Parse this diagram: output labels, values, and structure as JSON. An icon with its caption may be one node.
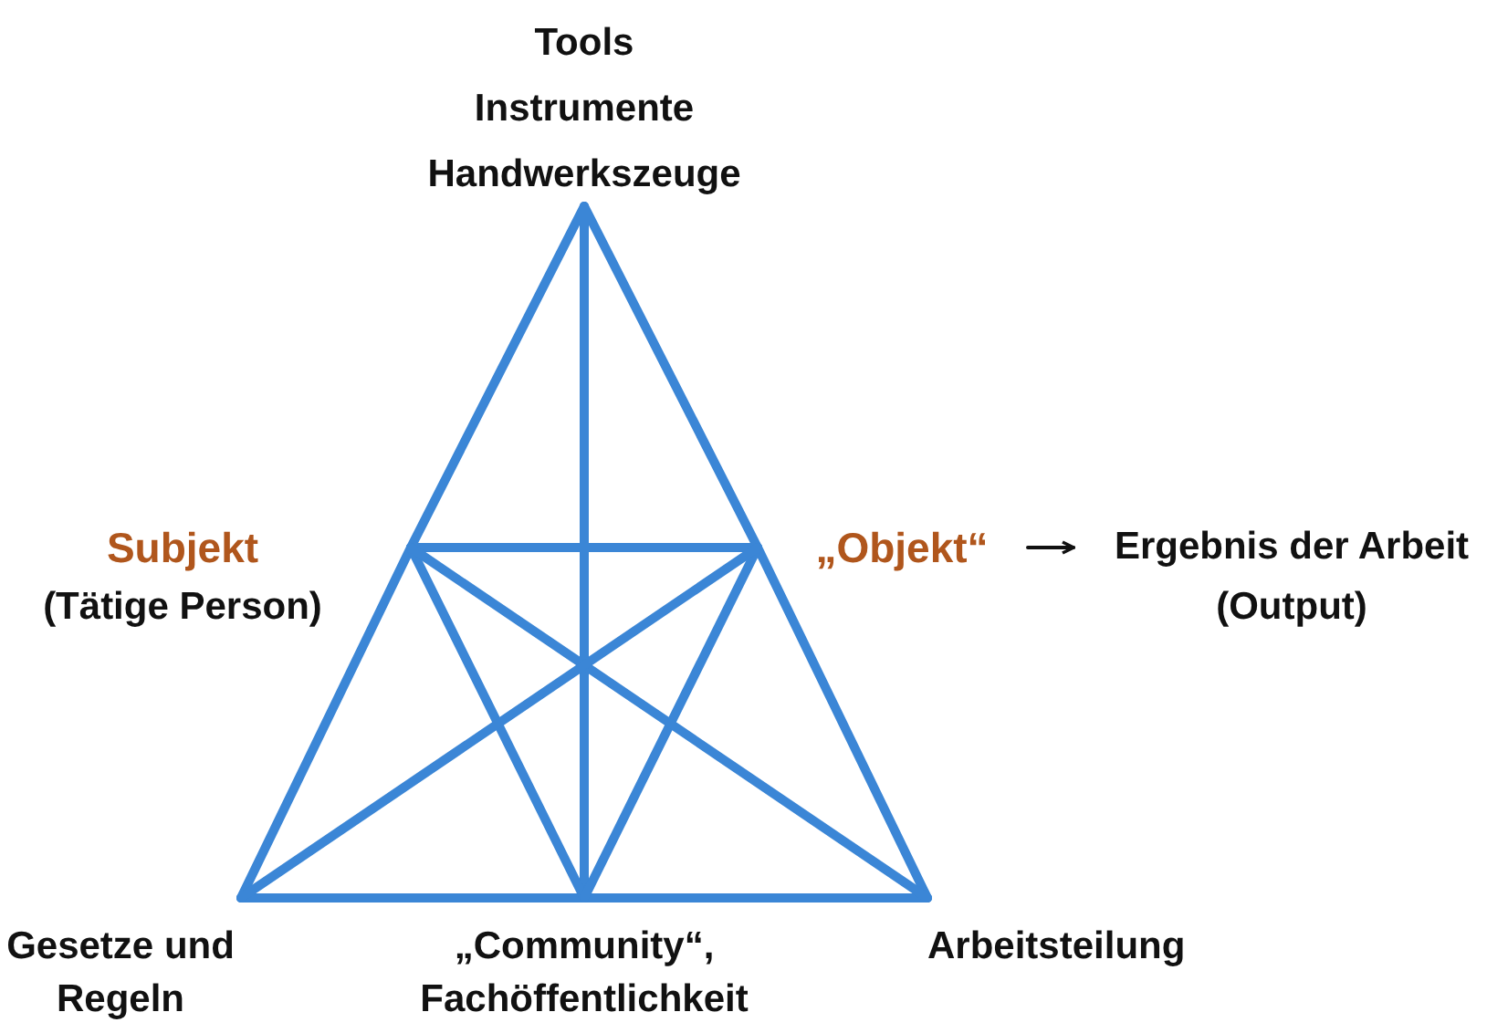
{
  "diagram": {
    "nodes": [
      {
        "text": [
          "Tools Instrumente Handwerkszeuge"
        ]
      },
      {
        "text": [
          "Subjekt",
          "(Tätige Person)"
        ]
      },
      {
        "text": [
          "„Objekt“"
        ]
      },
      {
        "text": [
          "Ergebnis der Arbeit",
          "(Output)"
        ]
      },
      {
        "text": [
          "Gesetze und Regeln"
        ]
      },
      {
        "text": [
          "„Community“, Fachöffentlichkeit"
        ]
      },
      {
        "text": [
          "Arbeitsteilung"
        ]
      }
    ],
    "edges": [
      {
        "from": 0,
        "to": 1,
        "arrow": "none"
      },
      {
        "from": 0,
        "to": 2,
        "arrow": "none"
      },
      {
        "from": 0,
        "to": 5,
        "arrow": "none"
      },
      {
        "from": 1,
        "to": 2,
        "arrow": "none"
      },
      {
        "from": 1,
        "to": 4,
        "arrow": "none"
      },
      {
        "from": 2,
        "to": 6,
        "arrow": "none"
      },
      {
        "from": 4,
        "to": 5,
        "arrow": "none"
      },
      {
        "from": 5,
        "to": 6,
        "arrow": "none"
      },
      {
        "from": 1,
        "to": 5,
        "arrow": "none"
      },
      {
        "from": 2,
        "to": 5,
        "arrow": "none"
      },
      {
        "from": 1,
        "to": 6,
        "arrow": "none"
      },
      {
        "from": 2,
        "to": 4,
        "arrow": "none"
      },
      {
        "from": 2,
        "to": 3,
        "arrow": "to",
        "color": "#111111"
      }
    ]
  }
}
